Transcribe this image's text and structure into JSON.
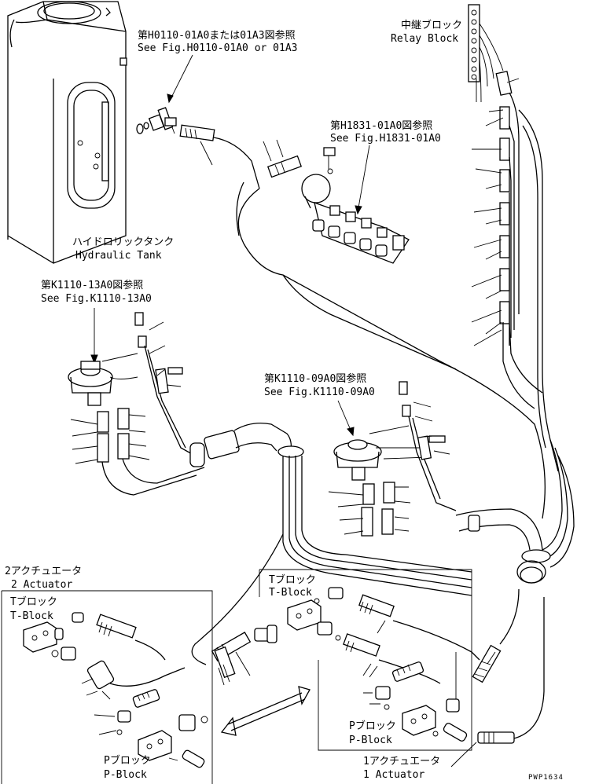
{
  "labels": {
    "relay_jp": "中継ブロック",
    "relay_en": "Relay Block",
    "ref_h0110_jp": "第H0110-01A0または01A3図参照",
    "ref_h0110_en": "See Fig.H0110-01A0 or 01A3",
    "ref_h1831_jp": "第H1831-01A0図参照",
    "ref_h1831_en": "See Fig.H1831-01A0",
    "tank_jp": "ハイドロリックタンク",
    "tank_en": "Hydraulic Tank",
    "ref_k1110_13_jp": "第K1110-13A0図参照",
    "ref_k1110_13_en": "See Fig.K1110-13A0",
    "ref_k1110_09_jp": "第K1110-09A0図参照",
    "ref_k1110_09_en": "See Fig.K1110-09A0",
    "act2_jp": "2アクチュエータ",
    "act2_en": "2 Actuator",
    "tblock_jp": "Tブロック",
    "tblock_en": "T-Block",
    "pblock_jp": "Pブロック",
    "pblock_en": "P-Block",
    "act1_jp": "1アクチュエータ",
    "act1_en": "1 Actuator",
    "drawing_no": "PWP1634"
  }
}
